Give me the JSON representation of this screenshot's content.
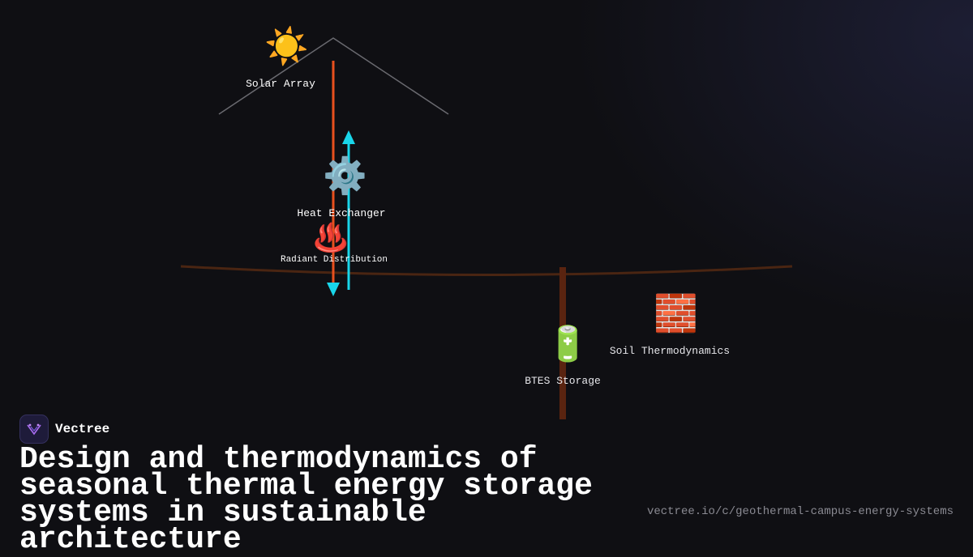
{
  "brand": {
    "name": "Vectree",
    "logo_icon": "vectree-logo-icon"
  },
  "title": "Design and thermodynamics of seasonal thermal energy storage systems in sustainable architecture",
  "url": "vectree.io/c/geothermal-campus-energy-systems",
  "diagram": {
    "nodes": [
      {
        "id": "solar",
        "label": "Solar Array",
        "icon": "sun-icon",
        "glyph": "☀️"
      },
      {
        "id": "exchanger",
        "label": "Heat Exchanger",
        "icon": "gear-icon",
        "glyph": "⚙️"
      },
      {
        "id": "radiant",
        "label": "Radiant Distribution",
        "icon": "hot-springs-icon",
        "glyph": "♨️"
      },
      {
        "id": "btes",
        "label": "BTES Storage",
        "icon": "battery-icon",
        "glyph": "🔋"
      },
      {
        "id": "soil",
        "label": "Soil Thermodynamics",
        "icon": "brick-icon",
        "glyph": "🧱"
      }
    ],
    "colors": {
      "hot_flow": "#e8501e",
      "cold_flow": "#19d6ea",
      "ground_line": "#4a2512",
      "borehole": "#5a2410",
      "roof": "#6a6a70"
    }
  }
}
